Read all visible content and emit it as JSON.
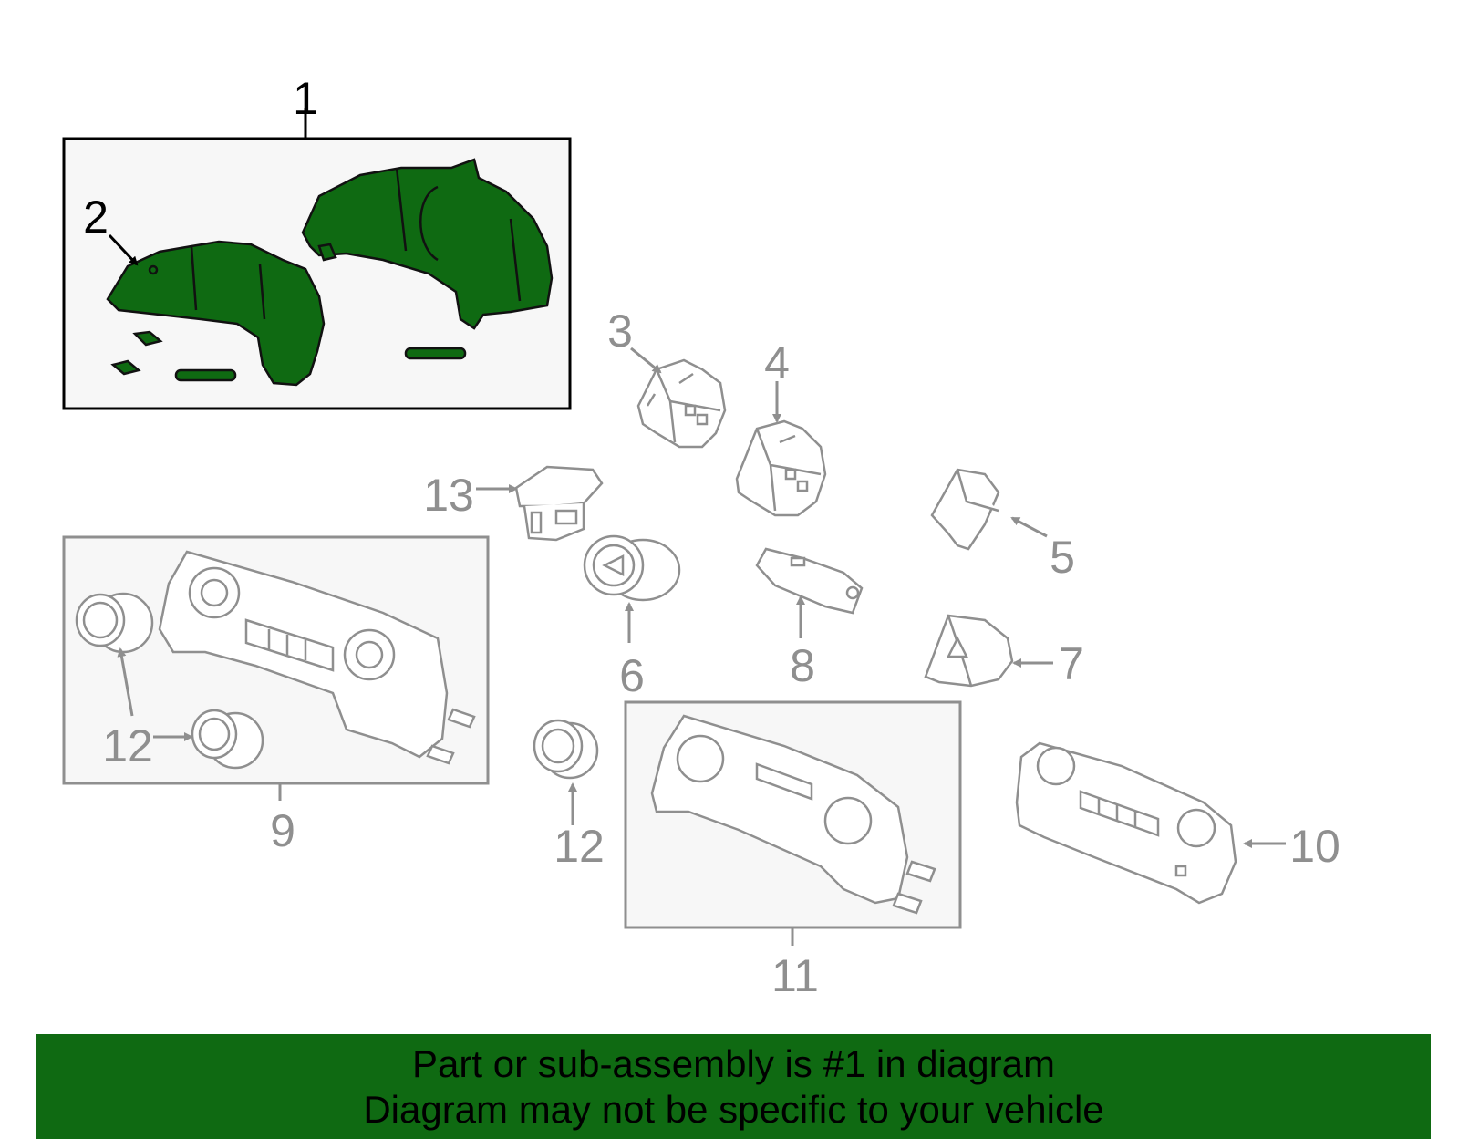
{
  "callouts": {
    "c1": "1",
    "c2": "2",
    "c3": "3",
    "c4": "4",
    "c5": "5",
    "c6": "6",
    "c7": "7",
    "c8": "8",
    "c9": "9",
    "c10": "10",
    "c11": "11",
    "c12a": "12",
    "c12b": "12",
    "c12c": "12",
    "c13": "13"
  },
  "banner": {
    "line1": "Part or sub-assembly is #1 in diagram",
    "line2": "Diagram may not be specific to your vehicle"
  },
  "colors": {
    "highlight_fill": "#0f6a12",
    "banner_bg": "#0f6a12",
    "part_outline": "#8f8f8f",
    "active_text": "#000000"
  }
}
